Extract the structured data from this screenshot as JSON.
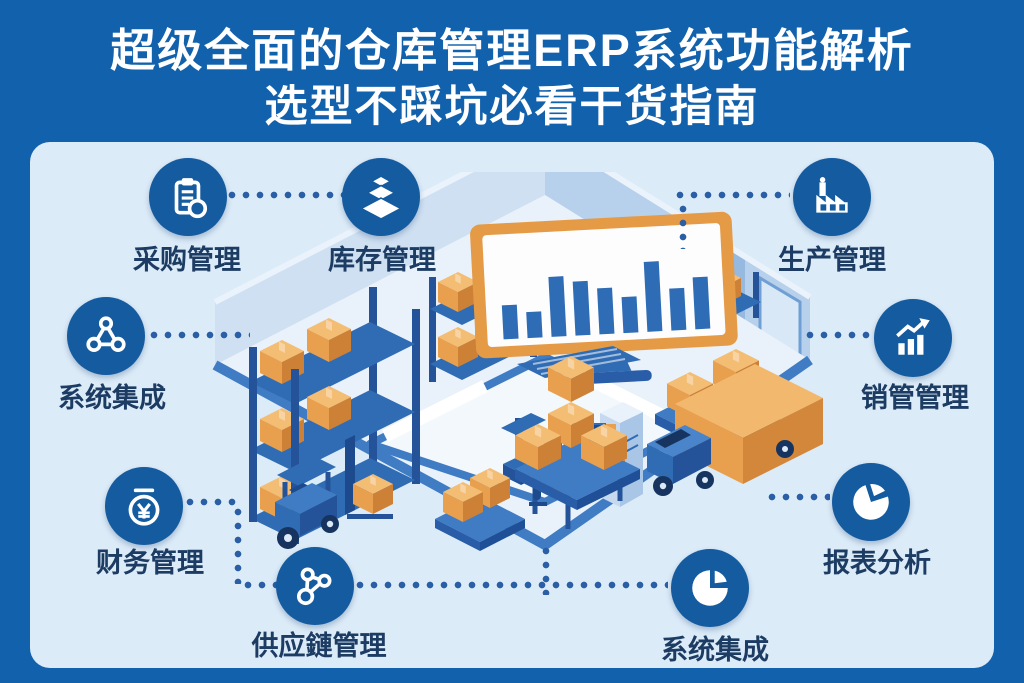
{
  "poster": {
    "title_line1": "超级全面的仓库管理ERP系统功能解析",
    "title_line2": "选型不踩坑必看干货指南"
  },
  "features": [
    {
      "label": "采购管理",
      "icon": "clipboard-icon"
    },
    {
      "label": "库存管理",
      "icon": "stacked-boxes-icon"
    },
    {
      "label": "生产管理",
      "icon": "factory-icon"
    },
    {
      "label": "系统集成",
      "icon": "network-nodes-icon"
    },
    {
      "label": "销管管理",
      "icon": "growth-chart-icon"
    },
    {
      "label": "财务管理",
      "icon": "yuan-coin-icon"
    },
    {
      "label": "供应鏈管理",
      "icon": "supply-network-icon"
    },
    {
      "label": "系统集成",
      "icon": "pie-chart-icon"
    },
    {
      "label": "报表分析",
      "icon": "pie-chart-icon"
    }
  ],
  "illustration": {
    "description": "isometric warehouse with racks, crates, forklift, truck, desk and monitor dashboard",
    "monitor_chart_bars": [
      34,
      26,
      60,
      54,
      46,
      36,
      70,
      42,
      52
    ]
  },
  "colors": {
    "border_blue": "#1261ac",
    "panel_blue": "#dcebf8",
    "circle_blue": "#155b9f",
    "label_navy": "#1d3c63",
    "dot_blue": "#2a5fa6",
    "crate_orange": "#e8a04e",
    "structure_blue": "#2f6cb3"
  }
}
